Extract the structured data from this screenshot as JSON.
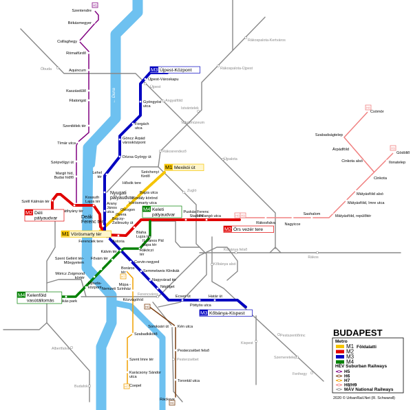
{
  "title": "BUDAPEST",
  "river_label": "← Duna",
  "colors": {
    "M1": "#f5c400",
    "M2": "#e00000",
    "M3": "#0000c0",
    "M4": "#008000",
    "H5": "#800080",
    "H6": "#7a3e10",
    "H7": "#f0a000",
    "H8H9": "#f08080",
    "MAV": "#888888",
    "river": "#6ec1f0"
  },
  "legend": {
    "metro_heading": "Metro",
    "metro": [
      {
        "code": "M1",
        "name": "Földalatti"
      },
      {
        "code": "M2",
        "name": ""
      },
      {
        "code": "M3",
        "name": ""
      },
      {
        "code": "M4",
        "name": ""
      }
    ],
    "hev_heading": "HÉV Suburban Railways",
    "hev": [
      "H5",
      "H6",
      "H7",
      "H8/H9"
    ],
    "mav": "MÁV National Railways",
    "copyright": "2020 © UrbanRail.Net (R. Schwandl)"
  },
  "terminals": [
    {
      "line": "M2",
      "name": [
        "Déli",
        "pályaudvar"
      ]
    },
    {
      "line": "M2",
      "name": [
        "Örs vezér tere"
      ]
    },
    {
      "line": "M3",
      "name": [
        "Újpest-Központ"
      ]
    },
    {
      "line": "M3",
      "name": [
        "Kőbánya-Kispest"
      ]
    },
    {
      "line": "M1",
      "name": [
        "Mexikói út"
      ]
    },
    {
      "line": "M1",
      "name": [
        "Vörösmarty tér"
      ]
    },
    {
      "line": "M4",
      "name": [
        "Kelenföld",
        "vasútállomás"
      ]
    },
    {
      "line": "M4",
      "name": [
        "Keleti",
        "pályaudvar"
      ]
    }
  ],
  "hev_badges": [
    "H5",
    "H6",
    "H6",
    "H7",
    "H7",
    "H8",
    "H9",
    "H8",
    "H9"
  ],
  "lines": {
    "H5": [
      {
        "name": [
          "Szentendre"
        ]
      },
      {
        "name": [
          "Békásmegyer"
        ]
      },
      {
        "name": [
          "Csillaghegy"
        ]
      },
      {
        "name": [
          "Rómaifürdő"
        ]
      },
      {
        "name": [
          "Aquincum"
        ]
      },
      {
        "name": [
          "Kaszásdűlő"
        ]
      },
      {
        "name": [
          "Filatorigát"
        ]
      },
      {
        "name": [
          "Szentlélek tér"
        ]
      },
      {
        "name": [
          "Tímár utca"
        ]
      },
      {
        "name": [
          "Szépvölgyi út"
        ]
      },
      {
        "name": [
          "Margit híd,",
          "Budai hídfő"
        ]
      }
    ],
    "M2": [
      {
        "name": [
          "Széll Kálmán tér"
        ]
      },
      {
        "name": [
          "Batthyány tér"
        ]
      },
      {
        "name": [
          "Kossuth",
          "Lajos tér"
        ]
      },
      {
        "name": [
          "Deák",
          "Ferenc tér"
        ]
      },
      {
        "name": [
          "Astoria"
        ]
      },
      {
        "name": [
          "Blaha",
          "Lujza tér"
        ]
      },
      {
        "name": [
          "Puskás Ferenc",
          "Stadion"
        ]
      },
      {
        "name": [
          "Pillangó utca"
        ]
      }
    ],
    "M3": [
      {
        "name": [
          "Újpest-Városkapu"
        ]
      },
      {
        "name": [
          "Gyöngyösi",
          "utca"
        ]
      },
      {
        "name": [
          "Forgách",
          "utca"
        ]
      },
      {
        "name": [
          "Göncz Árpád",
          "városközpont"
        ]
      },
      {
        "name": [
          "Dózsa György út"
        ]
      },
      {
        "name": [
          "Lehel",
          "tér"
        ]
      },
      {
        "name": [
          "Nyugati",
          "pályaudvar"
        ]
      },
      {
        "name": [
          "Arany",
          "János",
          "utca"
        ]
      },
      {
        "name": [
          "Ferenciek tere"
        ]
      },
      {
        "name": [
          "Kálvin tér"
        ]
      },
      {
        "name": [
          "Corvin-negyed"
        ]
      },
      {
        "name": [
          "Semmelweis Klinikák"
        ]
      },
      {
        "name": [
          "Nagyvárad tér"
        ]
      },
      {
        "name": [
          "Népliget"
        ]
      },
      {
        "name": [
          "Ecseri út"
        ]
      },
      {
        "name": [
          "Pöttyös utca"
        ]
      },
      {
        "name": [
          "Határ út"
        ]
      }
    ],
    "M1": [
      {
        "name": [
          "Bajcsy-",
          "Zsilinszky út"
        ]
      },
      {
        "name": [
          "Opera"
        ]
      },
      {
        "name": [
          "Oktogon"
        ]
      },
      {
        "name": [
          "Vörösmarty utca"
        ]
      },
      {
        "name": [
          "Kodály körönd"
        ]
      },
      {
        "name": [
          "Bajza utca"
        ]
      },
      {
        "name": [
          "Hősök tere"
        ]
      },
      {
        "name": [
          "Széchenyi",
          "fürdő"
        ]
      }
    ],
    "M4": [
      {
        "name": [
          "Bikás park"
        ]
      },
      {
        "name": [
          "Újbuda-",
          "központ"
        ]
      },
      {
        "name": [
          "Móricz Zsigmond",
          "körtér"
        ]
      },
      {
        "name": [
          "Szent Gellért tér-",
          "Műegyetem"
        ]
      },
      {
        "name": [
          "Fővám tér"
        ]
      },
      {
        "name": [
          "Rákóczi",
          "tér"
        ]
      },
      {
        "name": [
          "II. János Pál",
          "pápa tér"
        ]
      }
    ],
    "H6": [
      {
        "name": [
          "Közvágóhíd"
        ]
      },
      {
        "name": [
          "Kén utca"
        ]
      },
      {
        "name": [
          "Pesterzsébet felső"
        ]
      },
      {
        "name": [
          "Torontál utca"
        ]
      },
      {
        "name": [
          "Ráckeve"
        ]
      }
    ],
    "H7": [
      {
        "name": [
          "Boráros",
          "tér"
        ]
      },
      {
        "name": [
          "Müpa -",
          "Nemzeti Színház"
        ]
      },
      {
        "name": [
          "Szabadkikötő"
        ]
      },
      {
        "name": [
          "Szent Imre tér"
        ]
      },
      {
        "name": [
          "Karácsony Sándor",
          "utca"
        ]
      },
      {
        "name": [
          "Csepel"
        ]
      },
      {
        "name": [
          "Soroksári út"
        ]
      }
    ],
    "H8H9": [
      {
        "name": [
          "Rákosfalva"
        ]
      },
      {
        "name": [
          "Nagyicce"
        ]
      },
      {
        "name": [
          "Sashalom"
        ]
      },
      {
        "name": [
          "Mátyásföld, repülőtér"
        ]
      },
      {
        "name": [
          "Mátyásföld, Imre utca"
        ]
      },
      {
        "name": [
          "Mátyásföld alsó"
        ]
      },
      {
        "name": [
          "Cinkota"
        ]
      },
      {
        "name": [
          "Ilonatelep"
        ]
      },
      {
        "name": [
          "Gödöllő"
        ]
      },
      {
        "name": [
          "Cinkota alsó"
        ]
      },
      {
        "name": [
          "Árpádföld"
        ]
      },
      {
        "name": [
          "Szabadságtelep"
        ]
      },
      {
        "name": [
          "Csömör"
        ]
      }
    ],
    "MAV": [
      {
        "name": [
          "Óbuda"
        ]
      },
      {
        "name": [
          "Újpest"
        ]
      },
      {
        "name": [
          "Angyalföld"
        ]
      },
      {
        "name": [
          "Istvántelek"
        ]
      },
      {
        "name": [
          "Vasútmúzeum"
        ]
      },
      {
        "name": [
          "Rákosrendező"
        ]
      },
      {
        "name": [
          "Rákospalota-Kertváros"
        ]
      },
      {
        "name": [
          "Rákospalota-Újpest"
        ]
      },
      {
        "name": [
          "Újpalota"
        ]
      },
      {
        "name": [
          "Zugló"
        ]
      },
      {
        "name": [
          "Kőbánya felső"
        ]
      },
      {
        "name": [
          "Rákos"
        ]
      },
      {
        "name": [
          "Kőbánya alsó"
        ]
      },
      {
        "name": [
          "Ferencváros"
        ]
      },
      {
        "name": [
          "Pesterzsébet"
        ]
      },
      {
        "name": [
          "Albertfalva"
        ]
      },
      {
        "name": [
          "Budafok"
        ]
      },
      {
        "name": [
          "Kispest"
        ]
      },
      {
        "name": [
          "Pestszentlőrinc"
        ]
      },
      {
        "name": [
          "Szemeretelep"
        ]
      },
      {
        "name": [
          "Ferihegy"
        ]
      }
    ]
  }
}
